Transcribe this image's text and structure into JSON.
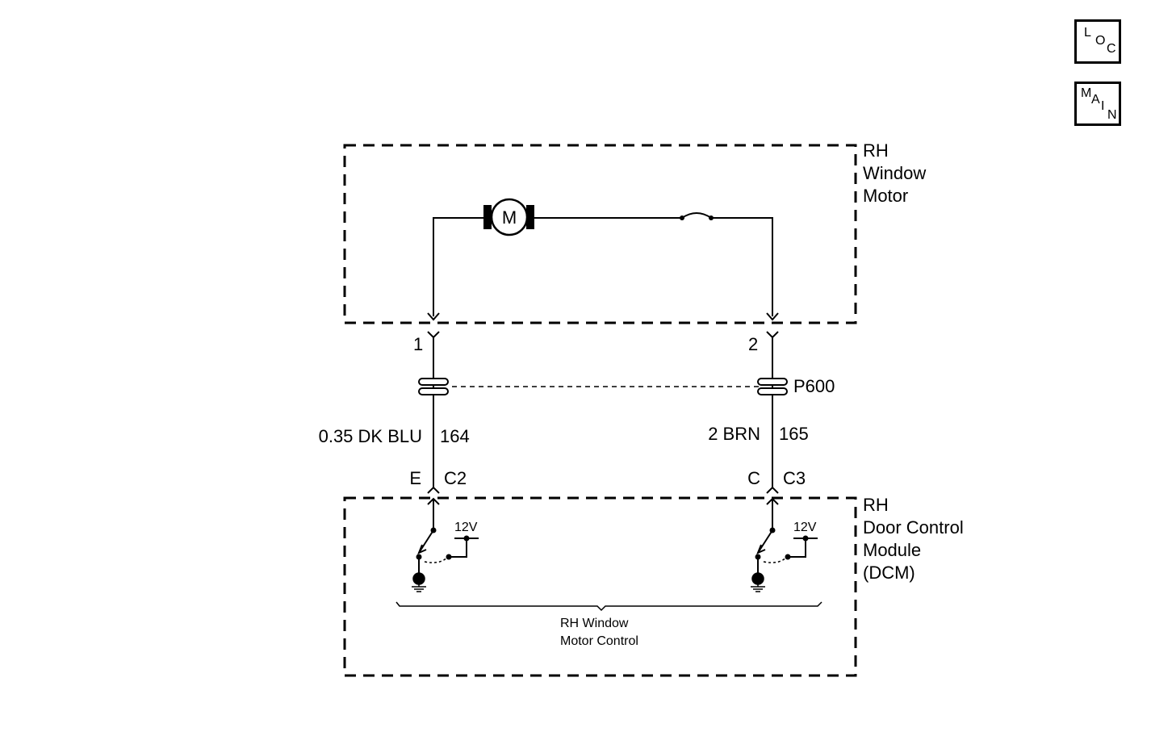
{
  "nav": {
    "loc": {
      "l1": "L",
      "l2": "O",
      "l3": "C"
    },
    "main": {
      "l1": "M",
      "l2": "A",
      "l3": "I",
      "l4": "N"
    }
  },
  "motor": {
    "title_line1": "RH",
    "title_line2": "Window",
    "title_line3": "Motor",
    "symbol": "M"
  },
  "pins": {
    "left": "1",
    "right": "2"
  },
  "connector": {
    "name": "P600"
  },
  "wires": {
    "left": {
      "size_color": "0.35 DK BLU",
      "circuit": "164"
    },
    "right": {
      "size_color": "2 BRN",
      "circuit": "165"
    }
  },
  "dcm_pins": {
    "left": {
      "pin": "E",
      "connector": "C2"
    },
    "right": {
      "pin": "C",
      "connector": "C3"
    }
  },
  "module": {
    "title_line1": "RH",
    "title_line2": "Door Control",
    "title_line3": "Module",
    "title_line4": "(DCM)",
    "voltage": "12V",
    "control_line1": "RH Window",
    "control_line2": "Motor Control"
  }
}
